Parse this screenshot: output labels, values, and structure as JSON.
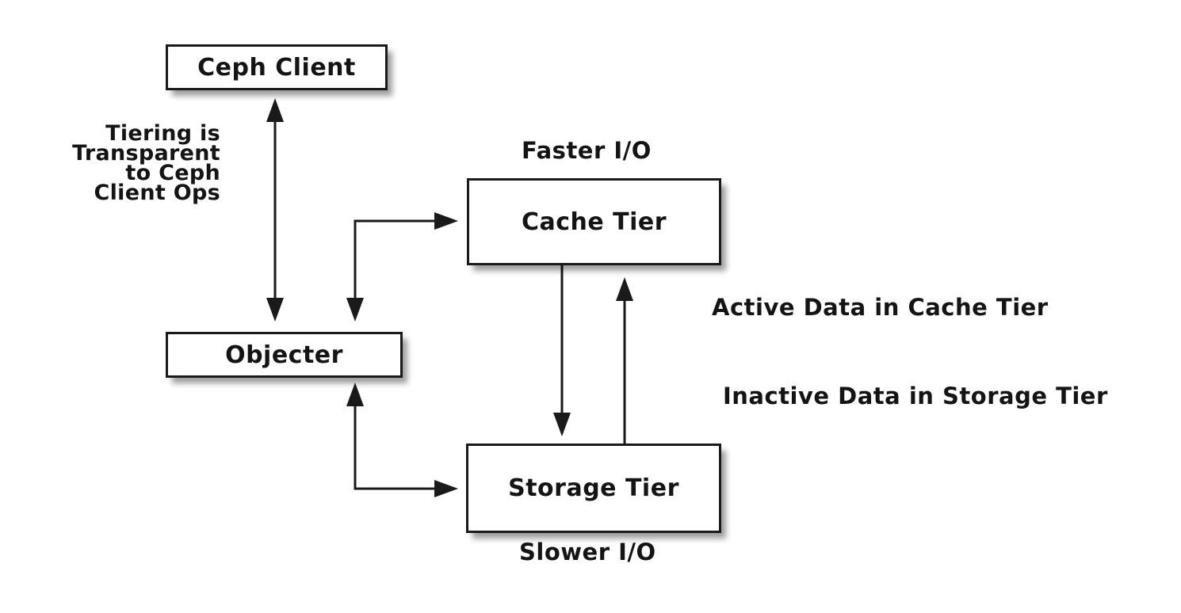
{
  "colors": {
    "background": "#ffffff",
    "line": "#1a1a1a",
    "text": "#141414",
    "box_fill": "#ffffff"
  },
  "nodes": {
    "ceph_client": {
      "label": "Ceph Client"
    },
    "objecter": {
      "label": "Objecter"
    },
    "cache_tier": {
      "label": "Cache Tier"
    },
    "storage_tier": {
      "label": "Storage Tier"
    }
  },
  "labels": {
    "faster_io": "Faster I/O",
    "slower_io": "Slower I/O",
    "active_data": "Active Data in Cache Tier",
    "inactive_data": "Inactive Data in Storage Tier",
    "tiering_note_line1": "Tiering is",
    "tiering_note_line2": "Transparent",
    "tiering_note_line3": "to Ceph",
    "tiering_note_line4": "Client Ops"
  },
  "edges": [
    {
      "from": "Ceph Client",
      "to": "Objecter",
      "arrows": "both",
      "desc": "Ceph Client and Objecter, double-headed vertical arrow"
    },
    {
      "from": "Objecter",
      "to": "Cache Tier",
      "arrows": "both",
      "desc": "Objecter and Cache Tier, double-headed elbow arrow"
    },
    {
      "from": "Objecter",
      "to": "Storage Tier",
      "arrows": "both",
      "desc": "Objecter and Storage Tier, double-headed elbow arrow"
    },
    {
      "from": "Cache Tier",
      "to": "Storage Tier",
      "arrows": "end",
      "desc": "Cache Tier to Storage Tier, downward arrow"
    },
    {
      "from": "Storage Tier",
      "to": "Cache Tier",
      "arrows": "end",
      "desc": "Storage Tier to Cache Tier, upward arrow"
    }
  ]
}
